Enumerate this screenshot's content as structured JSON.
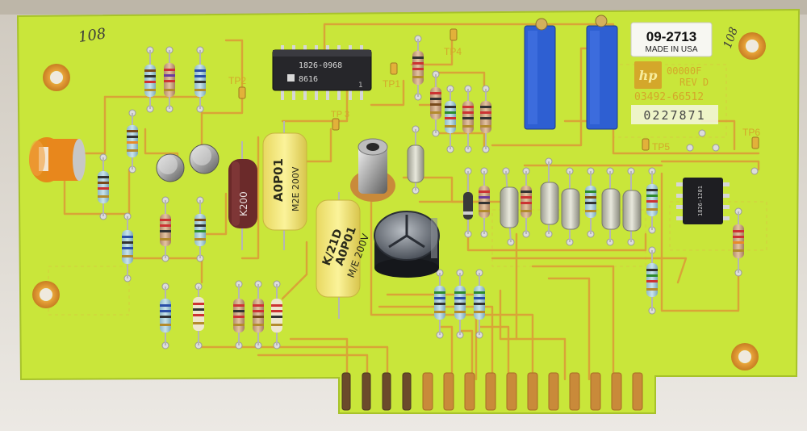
{
  "board": {
    "handwritten_left": "108",
    "handwritten_right": "108",
    "hp_logo_text": "hp",
    "label_part_number": "09-2713",
    "label_made_in": "MADE IN USA",
    "silk_code_1": "00000F",
    "silk_code_2": "REV D",
    "silk_assembly": "03492-66512",
    "serial_number": "0227871",
    "colors": {
      "pcb": "#c9e63a",
      "trace": "#d9a437",
      "finger": "#c98a3a"
    }
  },
  "chips": {
    "dip_main_part": "1826-0968",
    "dip_main_date": "8616",
    "dip_main_pin": "1",
    "soic_right_text": "1826-1201"
  },
  "test_points": {
    "tp1": "TP1",
    "tp2": "TP2",
    "tp3": "TP 3",
    "tp4": "TP4",
    "tp5": "TP5",
    "tp6": "TP6"
  },
  "capacitors": {
    "film1_text": "A0P01",
    "film1_text2": "M2E 200V",
    "film2_text": "K/21D",
    "film2_text2": "A0P01",
    "film2_text3": "M/E 200V",
    "brown_text": "K200"
  }
}
